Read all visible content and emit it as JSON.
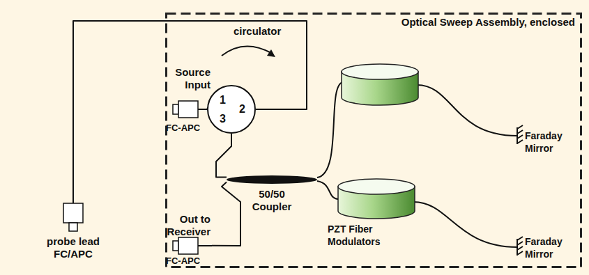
{
  "diagram": {
    "nodes": [
      {
        "text": [
          "Optical Sweep Assembly, enclosed"
        ]
      },
      {
        "text": [
          "Source Input",
          "FC-APC"
        ],
        "in": 0
      },
      {
        "text": [
          "circulator",
          "1",
          "2",
          "3"
        ],
        "in": 0
      },
      {
        "text": [
          "50/50 Coupler"
        ],
        "in": 0
      },
      {
        "text": [
          "Out to Receiver",
          "FC-APC"
        ],
        "in": 0
      },
      {
        "text": [
          "probe lead FC/APC"
        ]
      }
    ],
    "edges": [
      {
        "from": 1,
        "to": 2,
        "arrow": "none"
      },
      {
        "from": 2,
        "to": 5,
        "arrow": "none"
      },
      {
        "from": 2,
        "to": 3,
        "arrow": "none"
      },
      {
        "from": 3,
        "to": 4,
        "arrow": "none"
      }
    ],
    "labels": [
      "PZT Fiber Modulators",
      "Faraday Mirror",
      "Faraday Mirror"
    ]
  }
}
